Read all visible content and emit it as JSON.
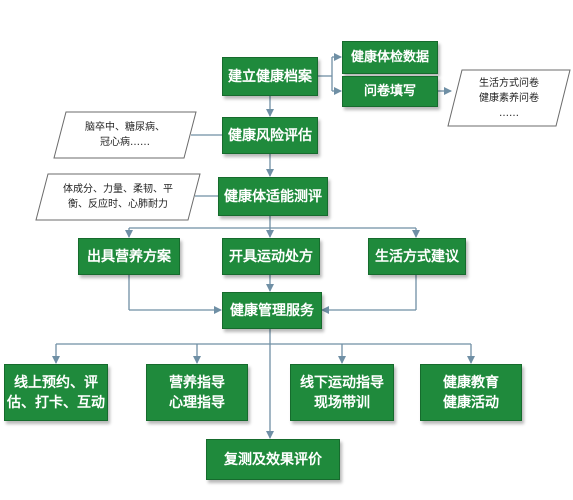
{
  "colors": {
    "box_fill": "#1f8a3c",
    "connector": "#6f8fa5",
    "note_fill": "#ffffff",
    "note_border": "#6b6b6b"
  },
  "boxes": {
    "archive": "建立健康档案",
    "physical_exam": "健康体检数据",
    "questionnaire_fill": "问卷填写",
    "risk_assessment": "健康风险评估",
    "fitness_test": "健康体适能测评",
    "nutrition_plan": "出具营养方案",
    "exercise_prescription": "开具运动处方",
    "lifestyle_advice": "生活方式建议",
    "management_service": "健康管理服务",
    "online": {
      "line1": "线上预约、评",
      "line2": "估、打卡、互动"
    },
    "guidance": {
      "line1": "营养指导",
      "line2": "心理指导"
    },
    "offline": {
      "line1": "线下运动指导",
      "line2": "现场带训"
    },
    "education": {
      "line1": "健康教育",
      "line2": "健康活动"
    },
    "retest": "复测及效果评价"
  },
  "notes": {
    "questionnaires": {
      "line1": "生活方式问卷",
      "line2": "健康素养问卷",
      "line3": "……"
    },
    "diseases": {
      "line1": "脑卒中、糖尿病、",
      "line2": "冠心病……"
    },
    "fitness_items": {
      "line1": "体成分、力量、柔韧、平",
      "line2": "衡、反应时、心肺耐力"
    }
  }
}
